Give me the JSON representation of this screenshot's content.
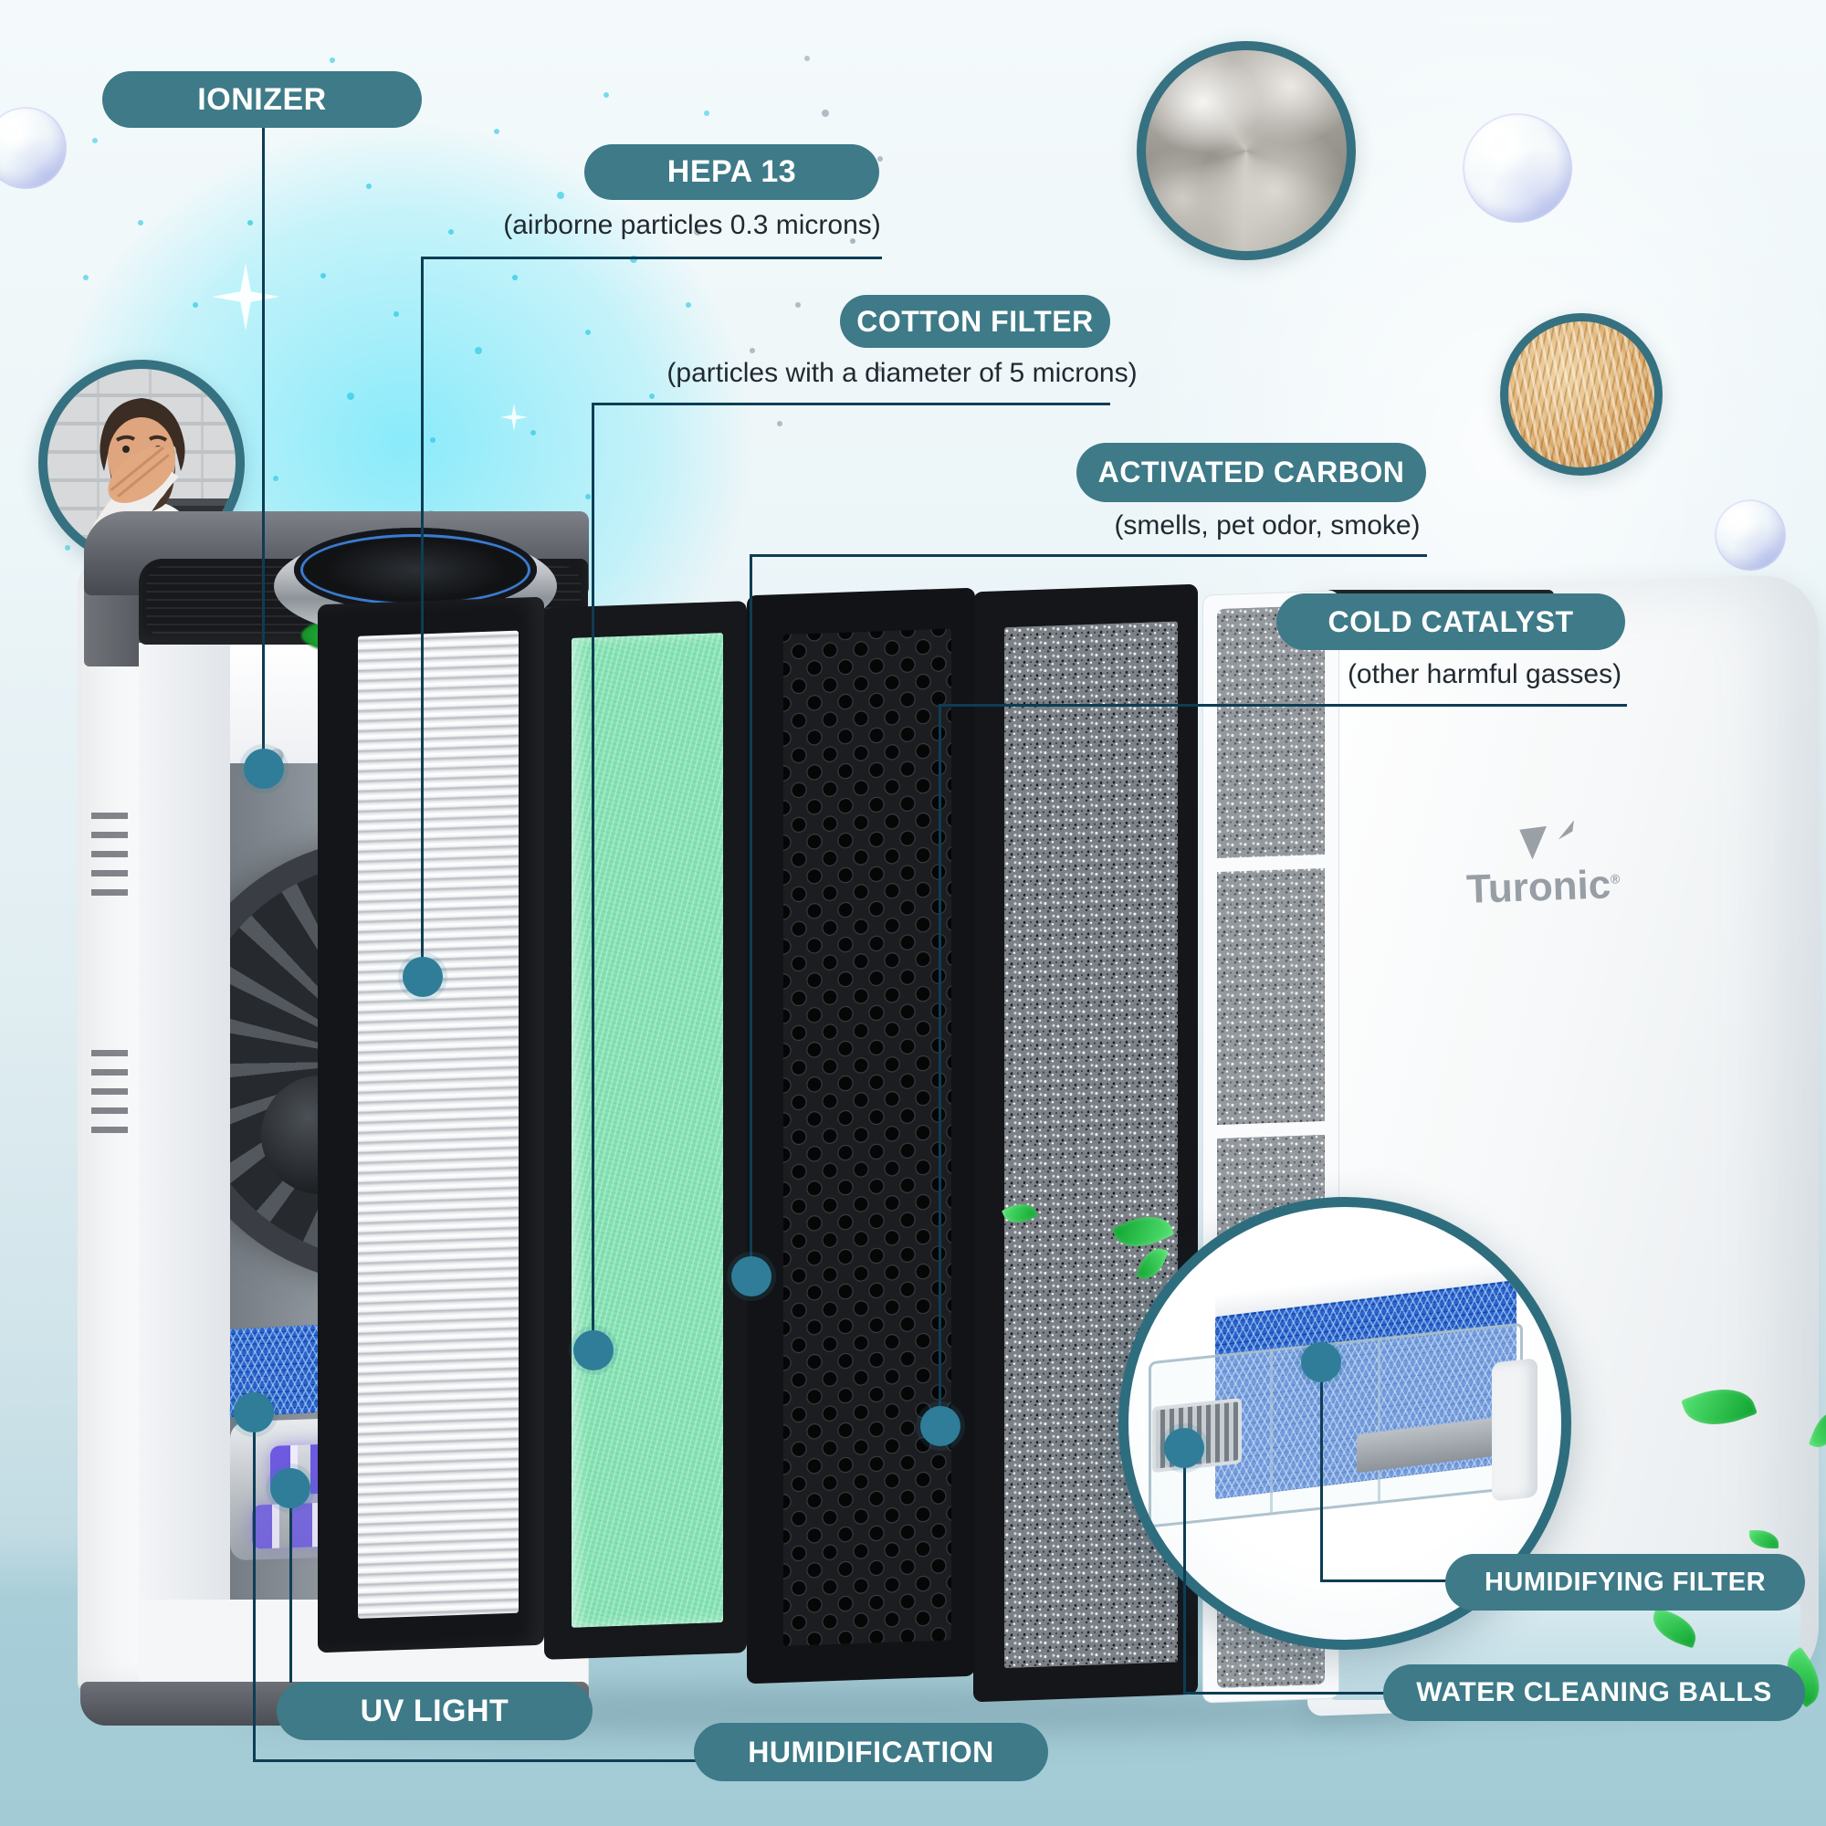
{
  "brand": {
    "name": "Turonic",
    "mark": "®"
  },
  "callouts": [
    {
      "id": "ionizer",
      "label": "IONIZER",
      "sublabel": ""
    },
    {
      "id": "hepa",
      "label": "HEPA 13",
      "sublabel": "(airborne particles 0.3 microns)"
    },
    {
      "id": "cotton-filter",
      "label": "COTTON FILTER",
      "sublabel": "(particles with a diameter of 5 microns)"
    },
    {
      "id": "activated-carbon",
      "label": "ACTIVATED CARBON",
      "sublabel": "(smells, pet odor, smoke)"
    },
    {
      "id": "cold-catalyst",
      "label": "COLD CATALYST",
      "sublabel": "(other harmful gasses)"
    },
    {
      "id": "uv-light",
      "label": "UV LIGHT",
      "sublabel": ""
    },
    {
      "id": "humidification",
      "label": "HUMIDIFICATION",
      "sublabel": ""
    },
    {
      "id": "humidifying-filter",
      "label": "HUMIDIFYING FILTER",
      "sublabel": ""
    },
    {
      "id": "water-cleaning-balls",
      "label": "WATER CLEANING BALLS",
      "sublabel": ""
    }
  ],
  "images": [
    {
      "name": "smoke-dust-photo"
    },
    {
      "name": "pet-fur-photo"
    },
    {
      "name": "man-covering-nose-photo"
    },
    {
      "name": "humidifier-tray-zoom"
    }
  ],
  "colors": {
    "pill_background": "#3e7a88",
    "pill_text": "#ffffff",
    "connector_line": "#0e3d55",
    "callout_dot": "#2f7d99",
    "floor": "#a2cbd5",
    "ionizer_glow": "#7ce9f7",
    "cotton_green": "#84e2b2",
    "mesh_blue": "#2a63cf",
    "uv_purple": "#6d5ae0",
    "leaf_green": "#0ea32f"
  }
}
